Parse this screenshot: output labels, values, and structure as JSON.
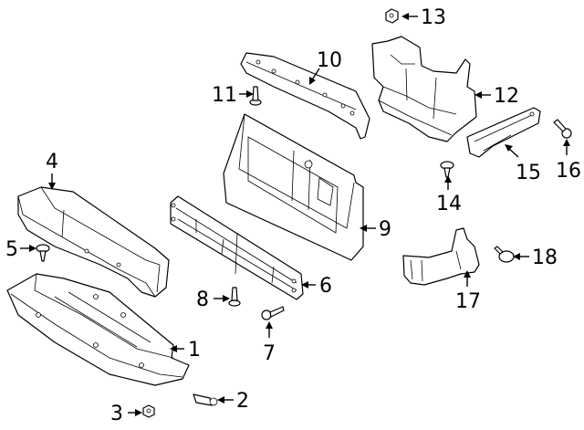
{
  "callouts": {
    "c1": "1",
    "c2": "2",
    "c3": "3",
    "c4": "4",
    "c5": "5",
    "c6": "6",
    "c7": "7",
    "c8": "8",
    "c9": "9",
    "c10": "10",
    "c11": "11",
    "c12": "12",
    "c13": "13",
    "c14": "14",
    "c15": "15",
    "c16": "16",
    "c17": "17",
    "c18": "18"
  }
}
